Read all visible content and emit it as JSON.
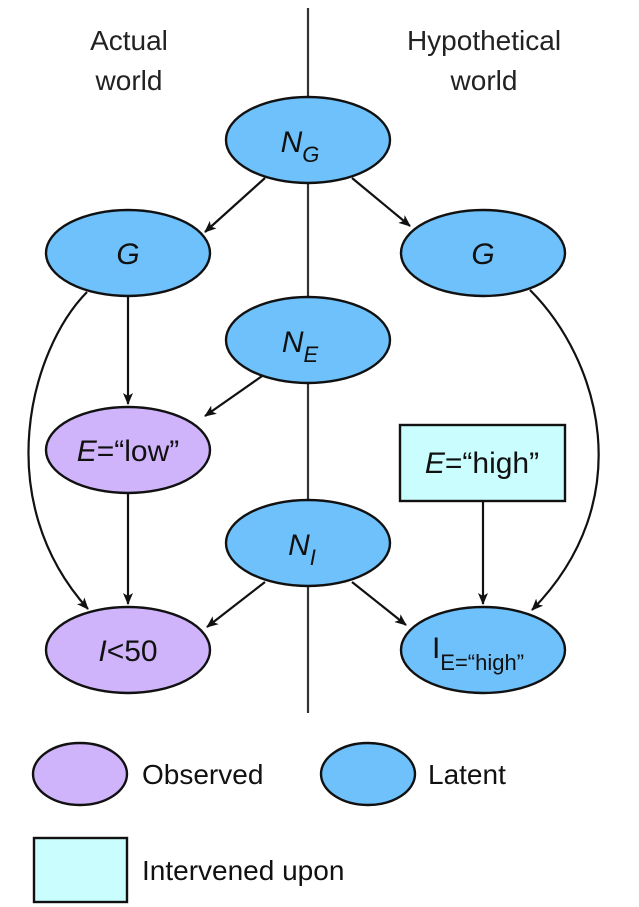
{
  "headers": {
    "left": [
      "Actual",
      "world"
    ],
    "right": [
      "Hypothetical",
      "world"
    ]
  },
  "colors": {
    "observed": "#CFB4FB",
    "latent": "#6EC1FB",
    "intervened": "#C9FDFE",
    "stroke": "#111111"
  },
  "nodes": {
    "ng": {
      "main": "N",
      "sub": "G",
      "type": "latent"
    },
    "g_actual": {
      "main": "G",
      "type": "latent"
    },
    "g_hypo": {
      "main": "G",
      "type": "latent"
    },
    "ne": {
      "main": "N",
      "sub": "E",
      "type": "latent"
    },
    "e_low": {
      "var": "E",
      "rest": "=“low”",
      "type": "observed"
    },
    "e_high": {
      "var": "E",
      "rest": "=“high”",
      "type": "intervened"
    },
    "ni": {
      "main": "N",
      "sub": "I",
      "type": "latent"
    },
    "i_lt50": {
      "var": "I",
      "rest": "<50",
      "type": "observed"
    },
    "i_ehigh": {
      "main": "I",
      "sub": "E=“high”",
      "type": "latent"
    }
  },
  "edges": [
    {
      "from": "ng",
      "to": "g_actual"
    },
    {
      "from": "ng",
      "to": "g_hypo"
    },
    {
      "from": "g_actual",
      "to": "e_low"
    },
    {
      "from": "g_actual",
      "to": "i_lt50"
    },
    {
      "from": "ne",
      "to": "e_low"
    },
    {
      "from": "e_low",
      "to": "i_lt50"
    },
    {
      "from": "ni",
      "to": "i_lt50"
    },
    {
      "from": "ni",
      "to": "i_ehigh"
    },
    {
      "from": "e_high",
      "to": "i_ehigh"
    },
    {
      "from": "g_hypo",
      "to": "i_ehigh"
    }
  ],
  "legend": {
    "observed": "Observed",
    "latent": "Latent",
    "intervened": "Intervened upon"
  }
}
